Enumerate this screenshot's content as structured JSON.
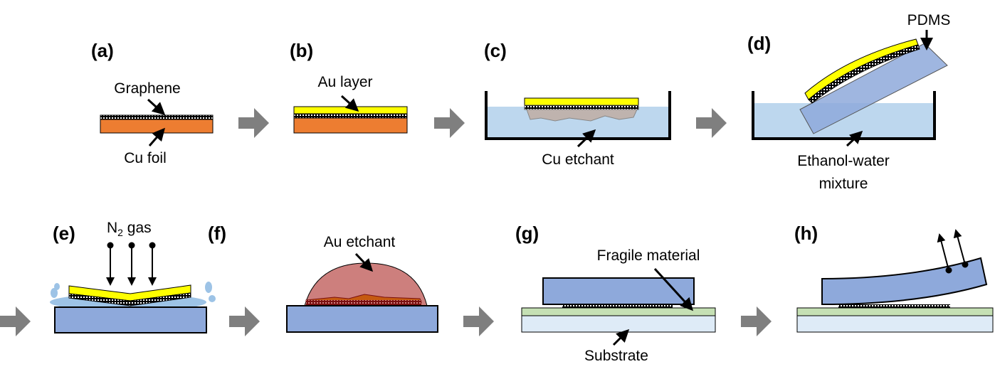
{
  "panels": {
    "a": {
      "label": "(a)",
      "graphene": "Graphene",
      "cu_foil": "Cu foil"
    },
    "b": {
      "label": "(b)",
      "au_layer": "Au layer"
    },
    "c": {
      "label": "(c)",
      "cu_etchant": "Cu etchant"
    },
    "d": {
      "label": "(d)",
      "pdms": "PDMS",
      "liquid_line1": "Ethanol-water",
      "liquid_line2": "mixture"
    },
    "e": {
      "label": "(e)",
      "gas": "N",
      "gas_sub": "2",
      "gas_suffix": " gas"
    },
    "f": {
      "label": "(f)",
      "au_etchant": "Au etchant"
    },
    "g": {
      "label": "(g)",
      "fragile": "Fragile material",
      "substrate": "Substrate"
    },
    "h": {
      "label": "(h)"
    }
  },
  "colors": {
    "cu": "#ED7D31",
    "au": "#FFFF00",
    "pdms": "#8EA9DB",
    "liquid": "#BDD7EE",
    "etchant": "#CD7F7D",
    "fragile": "#C5E0B4",
    "substrate": "#DEEBF7",
    "step_arrow": "#7F7F7F"
  }
}
